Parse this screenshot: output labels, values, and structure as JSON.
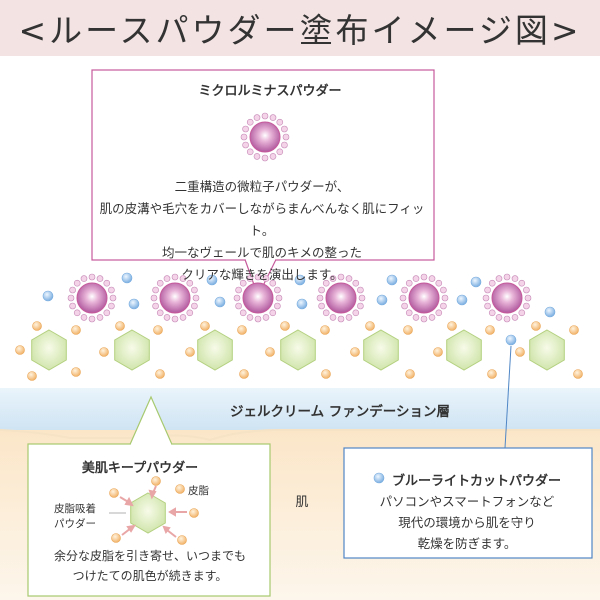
{
  "title": "<ルースパウダー塗布イメージ図>",
  "micro_powder": {
    "title": "ミクロルミナスパウダー",
    "desc_lines": [
      "二重構造の微粒子パウダーが、",
      "肌の皮溝や毛穴をカバーしながらまんべんなく肌にフィット。",
      "均一なヴェールで肌のキメの整った",
      "クリアな輝きを演出します。"
    ]
  },
  "layers": {
    "gel_label": "ジェルクリーム ファンデーション層",
    "skin_label": "肌"
  },
  "keep_powder": {
    "title": "美肌キープパウダー",
    "sebum_label": "皮脂",
    "adsorb_lines": [
      "皮脂吸着",
      "パウダー"
    ],
    "desc_lines": [
      "余分な皮脂を引き寄せ、いつまでも",
      "つけたての肌色が続きます。"
    ]
  },
  "blue_powder": {
    "title": "ブルーライトカットパウダー",
    "desc_lines": [
      "パソコンやスマートフォンなど",
      "現代の環境から肌を守り",
      "乾燥を防ぎます。"
    ]
  },
  "colors": {
    "title_bg": "#f3e3e3",
    "micro_outline": "#c65a9b",
    "micro_fill": "#b0589e",
    "hexagon": "#cde3a6",
    "sebum_dot": "#f2b36a",
    "blue_dot": "#8bbbe6",
    "gel_layer": "#cfe4f3",
    "skin_layer": "#fbf0df",
    "keep_box_border": "#a7c96f",
    "blue_box_border": "#4f86c6"
  }
}
